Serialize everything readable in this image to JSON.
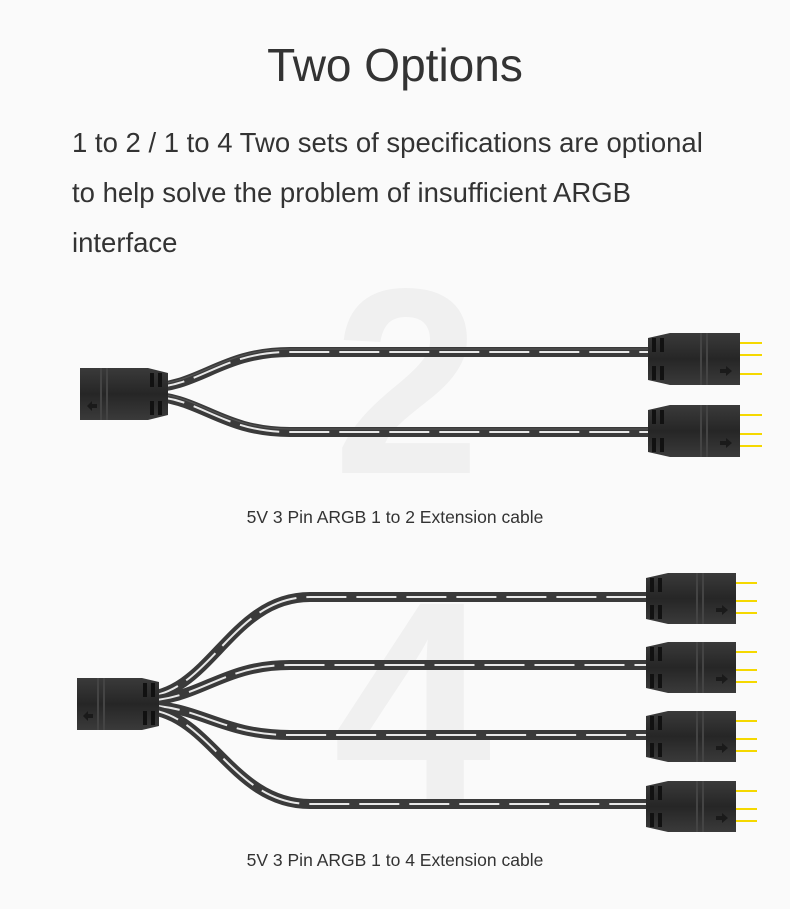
{
  "page": {
    "title": "Two Options",
    "description_lines": [
      "1 to 2 / 1 to 4 Two sets of specifications are optional",
      "to help solve the problem of insufficient ARGB",
      "interface"
    ]
  },
  "options": [
    {
      "watermark": "2",
      "caption": "5V 3 Pin ARGB 1 to 2 Extension cable",
      "outputs": 2,
      "input_connector": "female-3pin-icon",
      "output_connector": "male-3pin-icon"
    },
    {
      "watermark": "4",
      "caption": "5V 3 Pin ARGB 1 to 4 Extension cable",
      "outputs": 4,
      "input_connector": "female-3pin-icon",
      "output_connector": "male-3pin-icon"
    }
  ],
  "colors": {
    "background": "#fafafa",
    "text": "#333333",
    "watermark": "#f0f0f0",
    "connector": "#2e2e2e",
    "cable": "#3a3a3a",
    "cable_stripe": "#e8e8e8",
    "pin": "#f5d800"
  }
}
